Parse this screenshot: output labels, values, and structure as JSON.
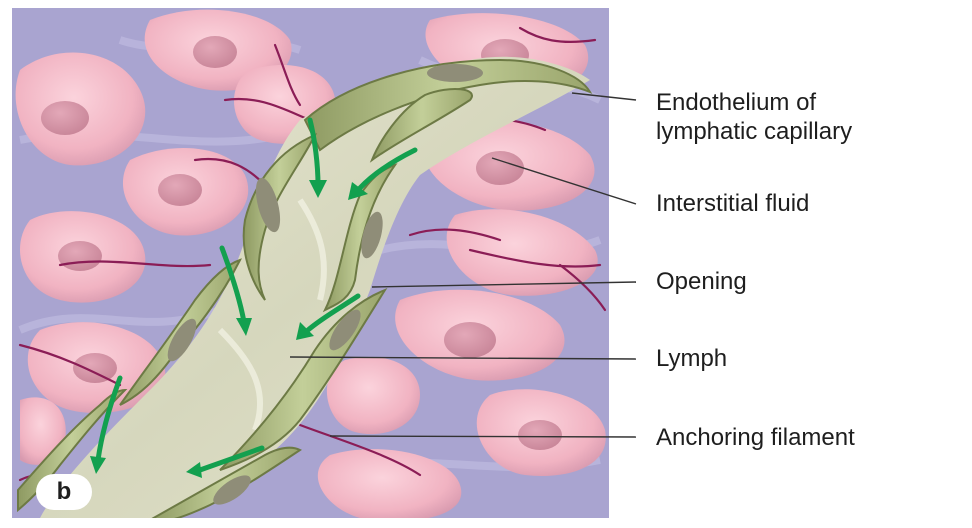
{
  "labels": {
    "endothelium_line1": "Endothelium of",
    "endothelium_line2": "lymphatic capillary",
    "interstitial_fluid": "Interstitial fluid",
    "opening": "Opening",
    "lymph": "Lymph",
    "anchoring_filament": "Anchoring filament"
  },
  "panel_letter": "b",
  "colors": {
    "interstitial_bg": "#a9a4d0",
    "tissue_cell": "#f1b9c6",
    "endothelial_cell": "#b7c390",
    "lymph": "#dcdcc7",
    "flow_arrow": "#13a04f",
    "anchoring_filament": "#8b1d56"
  }
}
